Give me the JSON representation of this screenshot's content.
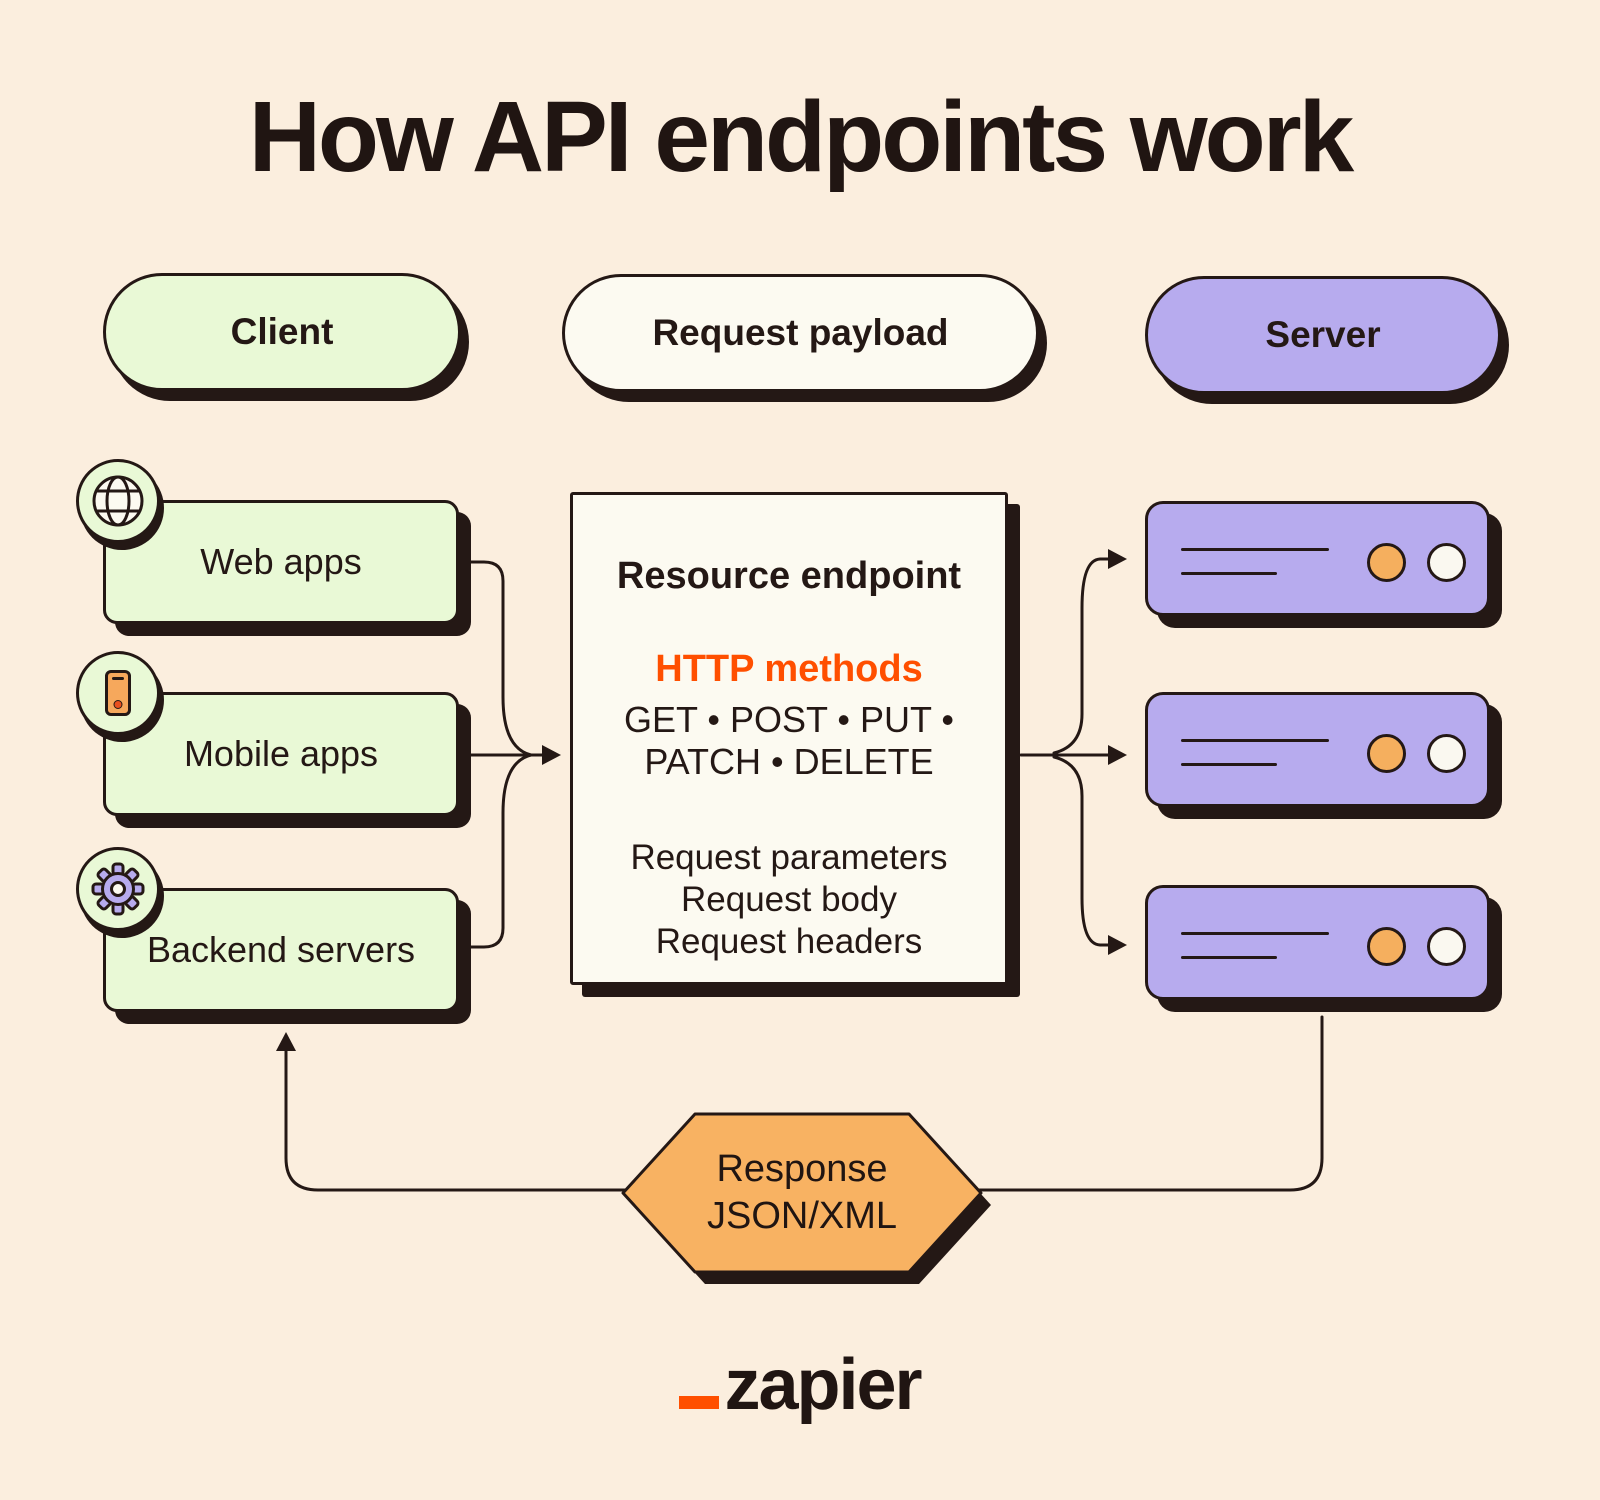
{
  "title": "How API endpoints work",
  "colors": {
    "background": "#FBEEDE",
    "ink": "#241815",
    "accent_orange": "#FF4F00",
    "client_green": "#E9F9D6",
    "server_purple": "#B7ABEE",
    "card_cream": "#FCFAF1",
    "hexagon_orange": "#F8B262",
    "indicator_orange": "#F5AF5E",
    "indicator_white": "#FAF8F0"
  },
  "column_headers": {
    "client": "Client",
    "request_payload": "Request payload",
    "server": "Server"
  },
  "clients": [
    {
      "label": "Web apps",
      "icon": "globe-icon"
    },
    {
      "label": "Mobile apps",
      "icon": "smartphone-icon"
    },
    {
      "label": "Backend servers",
      "icon": "gear-icon"
    }
  ],
  "endpoint": {
    "title": "Resource endpoint",
    "methods_heading": "HTTP methods",
    "methods_line1": "GET • POST • PUT •",
    "methods_line2": "PATCH • DELETE",
    "request_items": [
      "Request parameters",
      "Request body",
      "Request headers"
    ]
  },
  "servers": {
    "count": 3,
    "indicators": [
      "orange",
      "white"
    ]
  },
  "response": {
    "line1": "Response",
    "line2": "JSON/XML"
  },
  "footer": {
    "logo_text": "zapier"
  }
}
